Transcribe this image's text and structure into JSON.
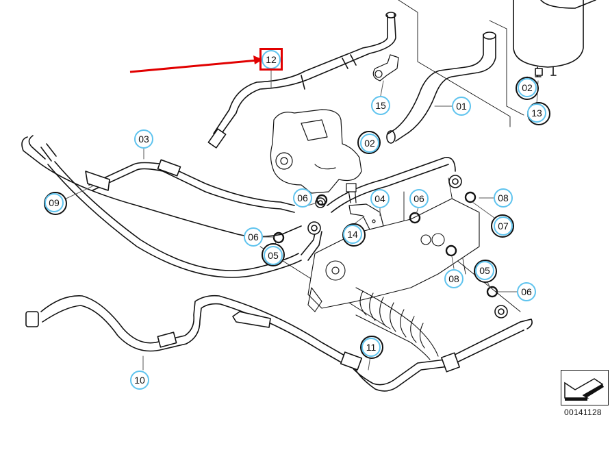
{
  "diagram": {
    "title": "Power steering hydraulic lines exploded parts diagram",
    "reference_code": "00141128",
    "highlighted_part": "12",
    "annotation_color": "#e10000",
    "callout_border_color": "#5ec3ee",
    "line_color": "#111111",
    "callouts": [
      {
        "id": "c01",
        "label": "01",
        "part": "hose-return-reservoir"
      },
      {
        "id": "c02a",
        "label": "02",
        "part": "hose-clamp"
      },
      {
        "id": "c02b",
        "label": "02",
        "part": "hose-clamp"
      },
      {
        "id": "c03",
        "label": "03",
        "part": "pressure-line-upper"
      },
      {
        "id": "c04",
        "label": "04",
        "part": "bracket"
      },
      {
        "id": "c05a",
        "label": "05",
        "part": "banjo-bolt"
      },
      {
        "id": "c05b",
        "label": "05",
        "part": "banjo-bolt"
      },
      {
        "id": "c06a",
        "label": "06",
        "part": "seal-ring"
      },
      {
        "id": "c06b",
        "label": "06",
        "part": "seal-ring"
      },
      {
        "id": "c06c",
        "label": "06",
        "part": "seal-ring"
      },
      {
        "id": "c06d",
        "label": "06",
        "part": "seal-ring"
      },
      {
        "id": "c07",
        "label": "07",
        "part": "banjo-bolt"
      },
      {
        "id": "c08a",
        "label": "08",
        "part": "seal-ring"
      },
      {
        "id": "c08b",
        "label": "08",
        "part": "seal-ring"
      },
      {
        "id": "c09",
        "label": "09",
        "part": "bracket-clip"
      },
      {
        "id": "c10",
        "label": "10",
        "part": "return-line-lower"
      },
      {
        "id": "c11",
        "label": "11",
        "part": "hose-clamp"
      },
      {
        "id": "c12",
        "label": "12",
        "part": "suction-hose"
      },
      {
        "id": "c13",
        "label": "13",
        "part": "hose-clamp"
      },
      {
        "id": "c14",
        "label": "14",
        "part": "screw"
      },
      {
        "id": "c15",
        "label": "15",
        "part": "holder"
      }
    ]
  }
}
